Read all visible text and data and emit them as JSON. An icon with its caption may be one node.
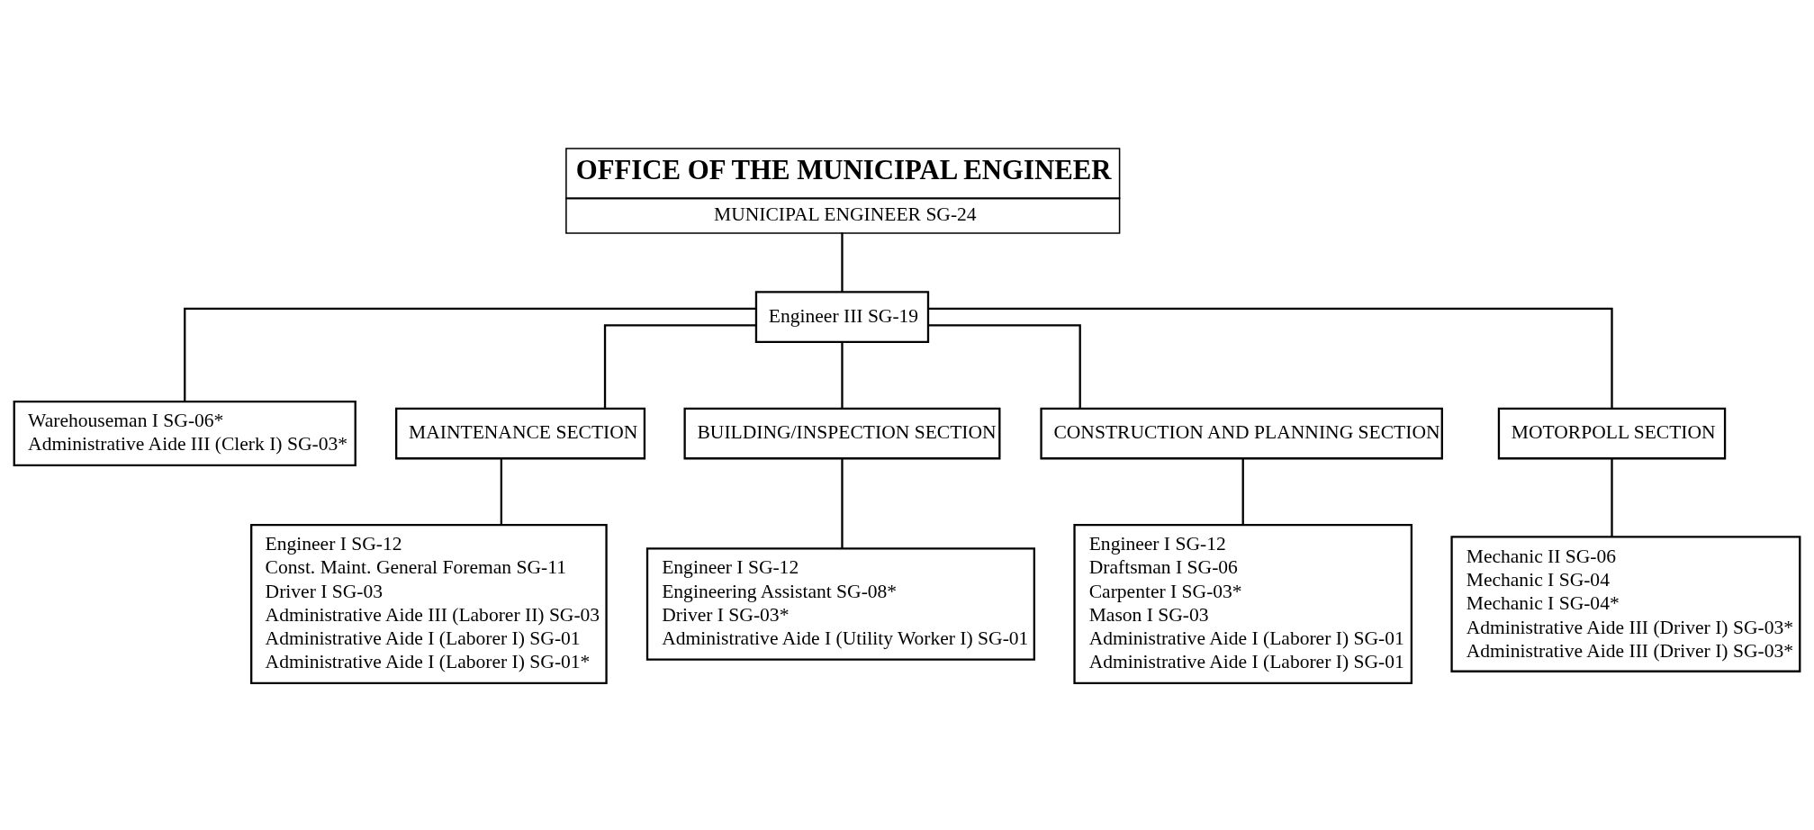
{
  "diagram": {
    "nodes": [
      {
        "text": [
          "OFFICE OF THE MUNICIPAL ENGINEER",
          "MUNICIPAL ENGINEER SG-24"
        ]
      },
      {
        "text": [
          "Engineer III SG-19"
        ]
      },
      {
        "text": [
          "Warehouseman I SG-06*",
          "Administrative Aide III (Clerk I) SG-03*"
        ]
      },
      {
        "text": [
          "MAINTENANCE SECTION"
        ]
      },
      {
        "text": [
          "Engineer I SG-12",
          "Const. Maint. General Foreman SG-11",
          "Driver I SG-03",
          "Administrative Aide III (Laborer II) SG-03",
          "Administrative Aide I (Laborer I) SG-01",
          "Administrative Aide I (Laborer I) SG-01*"
        ]
      },
      {
        "text": [
          "BUILDING/INSPECTION SECTION"
        ]
      },
      {
        "text": [
          "Engineer I SG-12",
          "Engineering Assistant SG-08*",
          "Driver I SG-03*",
          "Administrative Aide I (Utility Worker I) SG-01"
        ]
      },
      {
        "text": [
          "CONSTRUCTION AND PLANNING SECTION"
        ]
      },
      {
        "text": [
          "Engineer I SG-12",
          "Draftsman I SG-06",
          "Carpenter I SG-03*",
          "Mason I SG-03",
          "Administrative Aide I (Laborer I) SG-01",
          "Administrative Aide I (Laborer I) SG-01"
        ]
      },
      {
        "text": [
          "MOTORPOLL SECTION"
        ]
      },
      {
        "text": [
          "Mechanic II SG-06",
          "Mechanic I SG-04",
          "Mechanic I SG-04*",
          "Administrative Aide III (Driver I) SG-03*",
          "Administrative Aide III (Driver I) SG-03*"
        ]
      }
    ],
    "edges": [
      {
        "from": 0,
        "to": 1,
        "arrow": "none"
      },
      {
        "from": 1,
        "to": 2,
        "arrow": "none"
      },
      {
        "from": 1,
        "to": 3,
        "arrow": "none"
      },
      {
        "from": 1,
        "to": 5,
        "arrow": "none"
      },
      {
        "from": 1,
        "to": 7,
        "arrow": "none"
      },
      {
        "from": 1,
        "to": 9,
        "arrow": "none"
      },
      {
        "from": 3,
        "to": 4,
        "arrow": "none"
      },
      {
        "from": 5,
        "to": 6,
        "arrow": "none"
      },
      {
        "from": 7,
        "to": 8,
        "arrow": "none"
      },
      {
        "from": 9,
        "to": 10,
        "arrow": "none"
      }
    ]
  }
}
